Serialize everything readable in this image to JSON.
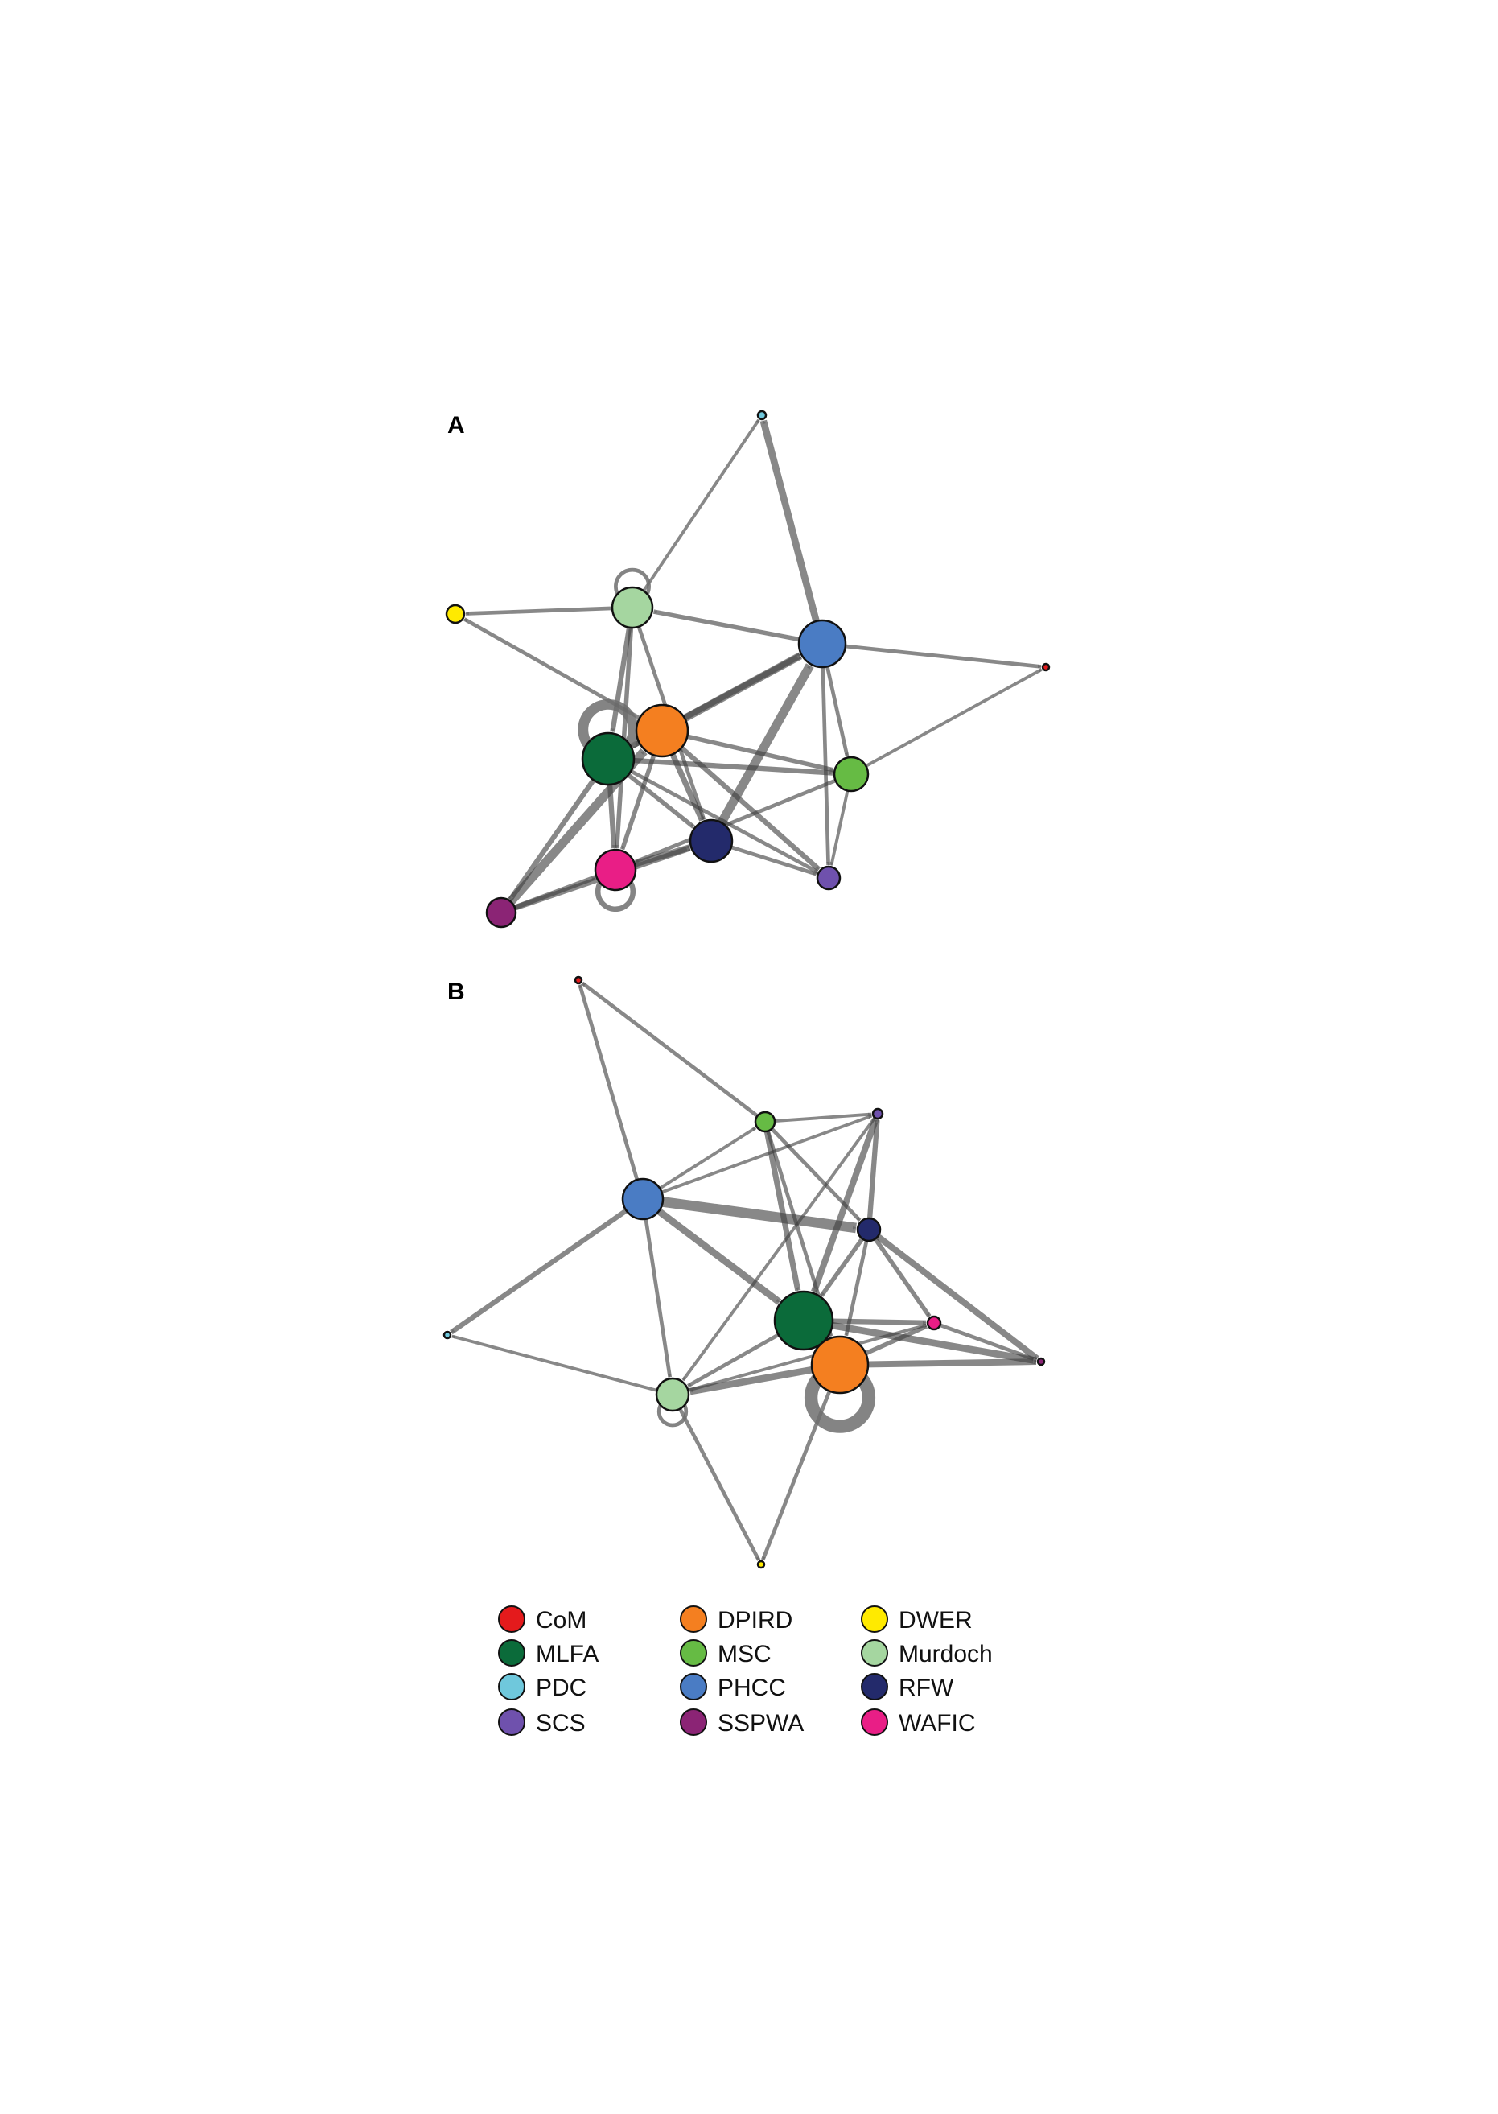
{
  "panels": {
    "a": {
      "label": "A"
    },
    "b": {
      "label": "B"
    }
  },
  "organizations": [
    {
      "id": "com",
      "name": "CoM",
      "color": "#e41a1c"
    },
    {
      "id": "dpird",
      "name": "DPIRD",
      "color": "#f47f20"
    },
    {
      "id": "dwer",
      "name": "DWER",
      "color": "#ffea00"
    },
    {
      "id": "mlfa",
      "name": "MLFA",
      "color": "#0b6b3a"
    },
    {
      "id": "msc",
      "name": "MSC",
      "color": "#66bb44"
    },
    {
      "id": "murdoch",
      "name": "Murdoch",
      "color": "#a5d6a0"
    },
    {
      "id": "pdc",
      "name": "PDC",
      "color": "#6fc8dc"
    },
    {
      "id": "phcc",
      "name": "PHCC",
      "color": "#4a7cc4"
    },
    {
      "id": "rfw",
      "name": "RFW",
      "color": "#232a6b"
    },
    {
      "id": "scs",
      "name": "SCS",
      "color": "#6f51ad"
    },
    {
      "id": "sspwa",
      "name": "SSPWA",
      "color": "#8b2475"
    },
    {
      "id": "wafic",
      "name": "WAFIC",
      "color": "#e91e86"
    }
  ],
  "legend": {
    "columns": [
      [
        "com",
        "mlfa",
        "pdc",
        "scs"
      ],
      [
        "dpird",
        "msc",
        "phcc",
        "sspwa"
      ],
      [
        "dwer",
        "murdoch",
        "rfw",
        "wafic"
      ]
    ]
  },
  "networks": {
    "a": {
      "edges": [
        [
          "murdoch",
          "pdc",
          3
        ],
        [
          "phcc",
          "pdc",
          9
        ],
        [
          "murdoch",
          "dwer",
          4
        ],
        [
          "dpird",
          "dwer",
          4
        ],
        [
          "phcc",
          "com",
          4
        ],
        [
          "msc",
          "com",
          3
        ],
        [
          "phcc",
          "murdoch",
          5
        ],
        [
          "murdoch",
          "mlfa",
          6
        ],
        [
          "murdoch",
          "wafic",
          5
        ],
        [
          "murdoch",
          "rfw",
          4
        ],
        [
          "dpird",
          "phcc",
          10
        ],
        [
          "mlfa",
          "phcc",
          7
        ],
        [
          "phcc",
          "msc",
          4
        ],
        [
          "phcc",
          "scs",
          4
        ],
        [
          "rfw",
          "phcc",
          12
        ],
        [
          "dpird",
          "msc",
          5
        ],
        [
          "mlfa",
          "msc",
          6
        ],
        [
          "dpird",
          "scs",
          6
        ],
        [
          "mlfa",
          "scs",
          4
        ],
        [
          "msc",
          "scs",
          3
        ],
        [
          "msc",
          "wafic",
          4
        ],
        [
          "dpird",
          "mlfa",
          6
        ],
        [
          "dpird",
          "wafic",
          5
        ],
        [
          "dpird",
          "rfw",
          7
        ],
        [
          "mlfa",
          "wafic",
          6
        ],
        [
          "mlfa",
          "rfw",
          5
        ],
        [
          "wafic",
          "rfw",
          8
        ],
        [
          "sspwa",
          "dpird",
          12
        ],
        [
          "sspwa",
          "wafic",
          6
        ],
        [
          "sspwa",
          "rfw",
          7
        ],
        [
          "mlfa",
          "sspwa",
          6
        ],
        [
          "rfw",
          "scs",
          4
        ]
      ],
      "loops": [
        [
          "murdoch",
          3,
          "up"
        ],
        [
          "mlfa",
          12,
          "up"
        ],
        [
          "wafic",
          5,
          "down"
        ]
      ]
    },
    "b": {
      "edges": [
        [
          "phcc",
          "com",
          4
        ],
        [
          "msc",
          "com",
          4
        ],
        [
          "phcc",
          "pdc",
          6
        ],
        [
          "murdoch",
          "pdc",
          3
        ],
        [
          "phcc",
          "msc",
          3
        ],
        [
          "phcc",
          "scs",
          3
        ],
        [
          "msc",
          "scs",
          3
        ],
        [
          "phcc",
          "rfw",
          14
        ],
        [
          "phcc",
          "mlfa",
          9
        ],
        [
          "phcc",
          "murdoch",
          4
        ],
        [
          "msc",
          "mlfa",
          7
        ],
        [
          "msc",
          "rfw",
          4
        ],
        [
          "msc",
          "dpird",
          4
        ],
        [
          "scs",
          "murdoch",
          3
        ],
        [
          "scs",
          "mlfa",
          8
        ],
        [
          "rfw",
          "mlfa",
          5
        ],
        [
          "rfw",
          "scs",
          6
        ],
        [
          "rfw",
          "sspwa",
          8
        ],
        [
          "rfw",
          "wafic",
          5
        ],
        [
          "rfw",
          "dpird",
          4
        ],
        [
          "mlfa",
          "wafic",
          6
        ],
        [
          "mlfa",
          "sspwa",
          9
        ],
        [
          "dpird",
          "wafic",
          5
        ],
        [
          "dpird",
          "sspwa",
          8
        ],
        [
          "mlfa",
          "murdoch",
          4
        ],
        [
          "dpird",
          "murdoch",
          9
        ],
        [
          "murdoch",
          "wafic",
          3
        ],
        [
          "dpird",
          "dwer",
          4
        ],
        [
          "murdoch",
          "dwer",
          4
        ],
        [
          "wafic",
          "sspwa",
          4
        ]
      ],
      "loops": [
        [
          "dpird",
          16,
          "down"
        ],
        [
          "murdoch",
          3,
          "down"
        ]
      ]
    }
  }
}
